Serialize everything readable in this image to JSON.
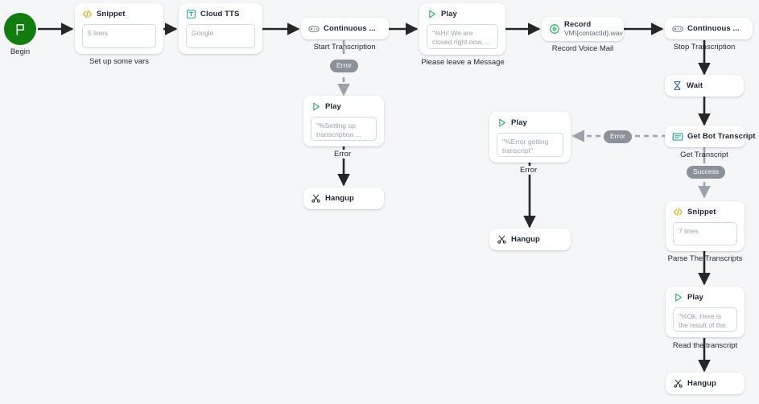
{
  "canvas": {
    "background": "#f5f6f8",
    "accent_green": "#127c0e",
    "badge_gray": "#8b9199",
    "teal": "#2e9e9e",
    "edge_dark": "#262626",
    "edge_dashed": "#9aa3ab"
  },
  "begin": {
    "label": "Begin",
    "icon": "flag-icon",
    "color": "#127c0e"
  },
  "nodes": [
    {
      "id": "snippet-vars",
      "title": "Snippet",
      "icon": "code-snippet-icon",
      "field_value": "5 lines",
      "caption": "Set up some vars"
    },
    {
      "id": "cloud-tts",
      "title": "Cloud TTS",
      "icon": "text-to-speech-icon",
      "field_value": "Google",
      "caption": ""
    },
    {
      "id": "start-transcription",
      "title": "Continuous ...",
      "icon": "continuous-toggle-icon",
      "caption": "Start Transcription"
    },
    {
      "id": "play-greeting",
      "title": "Play",
      "icon": "play-icon",
      "field_value": "\"%Hi! We are closed right now, ...",
      "caption": "Please leave a Message"
    },
    {
      "id": "record-voicemail",
      "title": "Record",
      "subtitle": "VM\\{contactId}.wav",
      "icon": "record-audio-icon",
      "caption": "Record Voice Mail"
    },
    {
      "id": "stop-transcription",
      "title": "Continuous ...",
      "icon": "continuous-toggle-icon",
      "caption": "Stop Transcription"
    },
    {
      "id": "wait",
      "title": "Wait",
      "icon": "hourglass-icon",
      "caption": ""
    },
    {
      "id": "get-bot-transcript",
      "title": "Get Bot Transcript",
      "icon": "transcript-icon",
      "caption": "Get Transcript"
    },
    {
      "id": "snippet-parse",
      "title": "Snippet",
      "icon": "code-snippet-icon",
      "field_value": "7 lines",
      "caption": "Parse The Transcripts"
    },
    {
      "id": "play-result",
      "title": "Play",
      "icon": "play-icon",
      "field_value": "\"%Ok. Here is the result of the ...",
      "caption": "Read the transcript"
    },
    {
      "id": "hangup-right",
      "title": "Hangup",
      "icon": "hangup-icon",
      "caption": ""
    },
    {
      "id": "play-setup-error",
      "title": "Play",
      "icon": "play-icon",
      "field_value": "\"%Setting up transcription ...",
      "caption": ""
    },
    {
      "id": "hangup-left",
      "title": "Hangup",
      "icon": "hangup-icon",
      "caption": ""
    },
    {
      "id": "play-transcript-error",
      "title": "Play",
      "icon": "play-icon",
      "field_value": "\"%Error getting transcript\"",
      "caption": ""
    },
    {
      "id": "hangup-middle",
      "title": "Hangup",
      "icon": "hangup-icon",
      "caption": ""
    }
  ],
  "edge_badges": [
    {
      "id": "badge-error-start-transcription",
      "label": "Error"
    },
    {
      "id": "badge-error-get-transcript",
      "label": "Error"
    },
    {
      "id": "badge-success-get-transcript",
      "label": "Success"
    }
  ],
  "edge_labels": [
    {
      "id": "label-error-setup-play",
      "label": "Error"
    },
    {
      "id": "label-error-transcript-play",
      "label": "Error"
    }
  ]
}
